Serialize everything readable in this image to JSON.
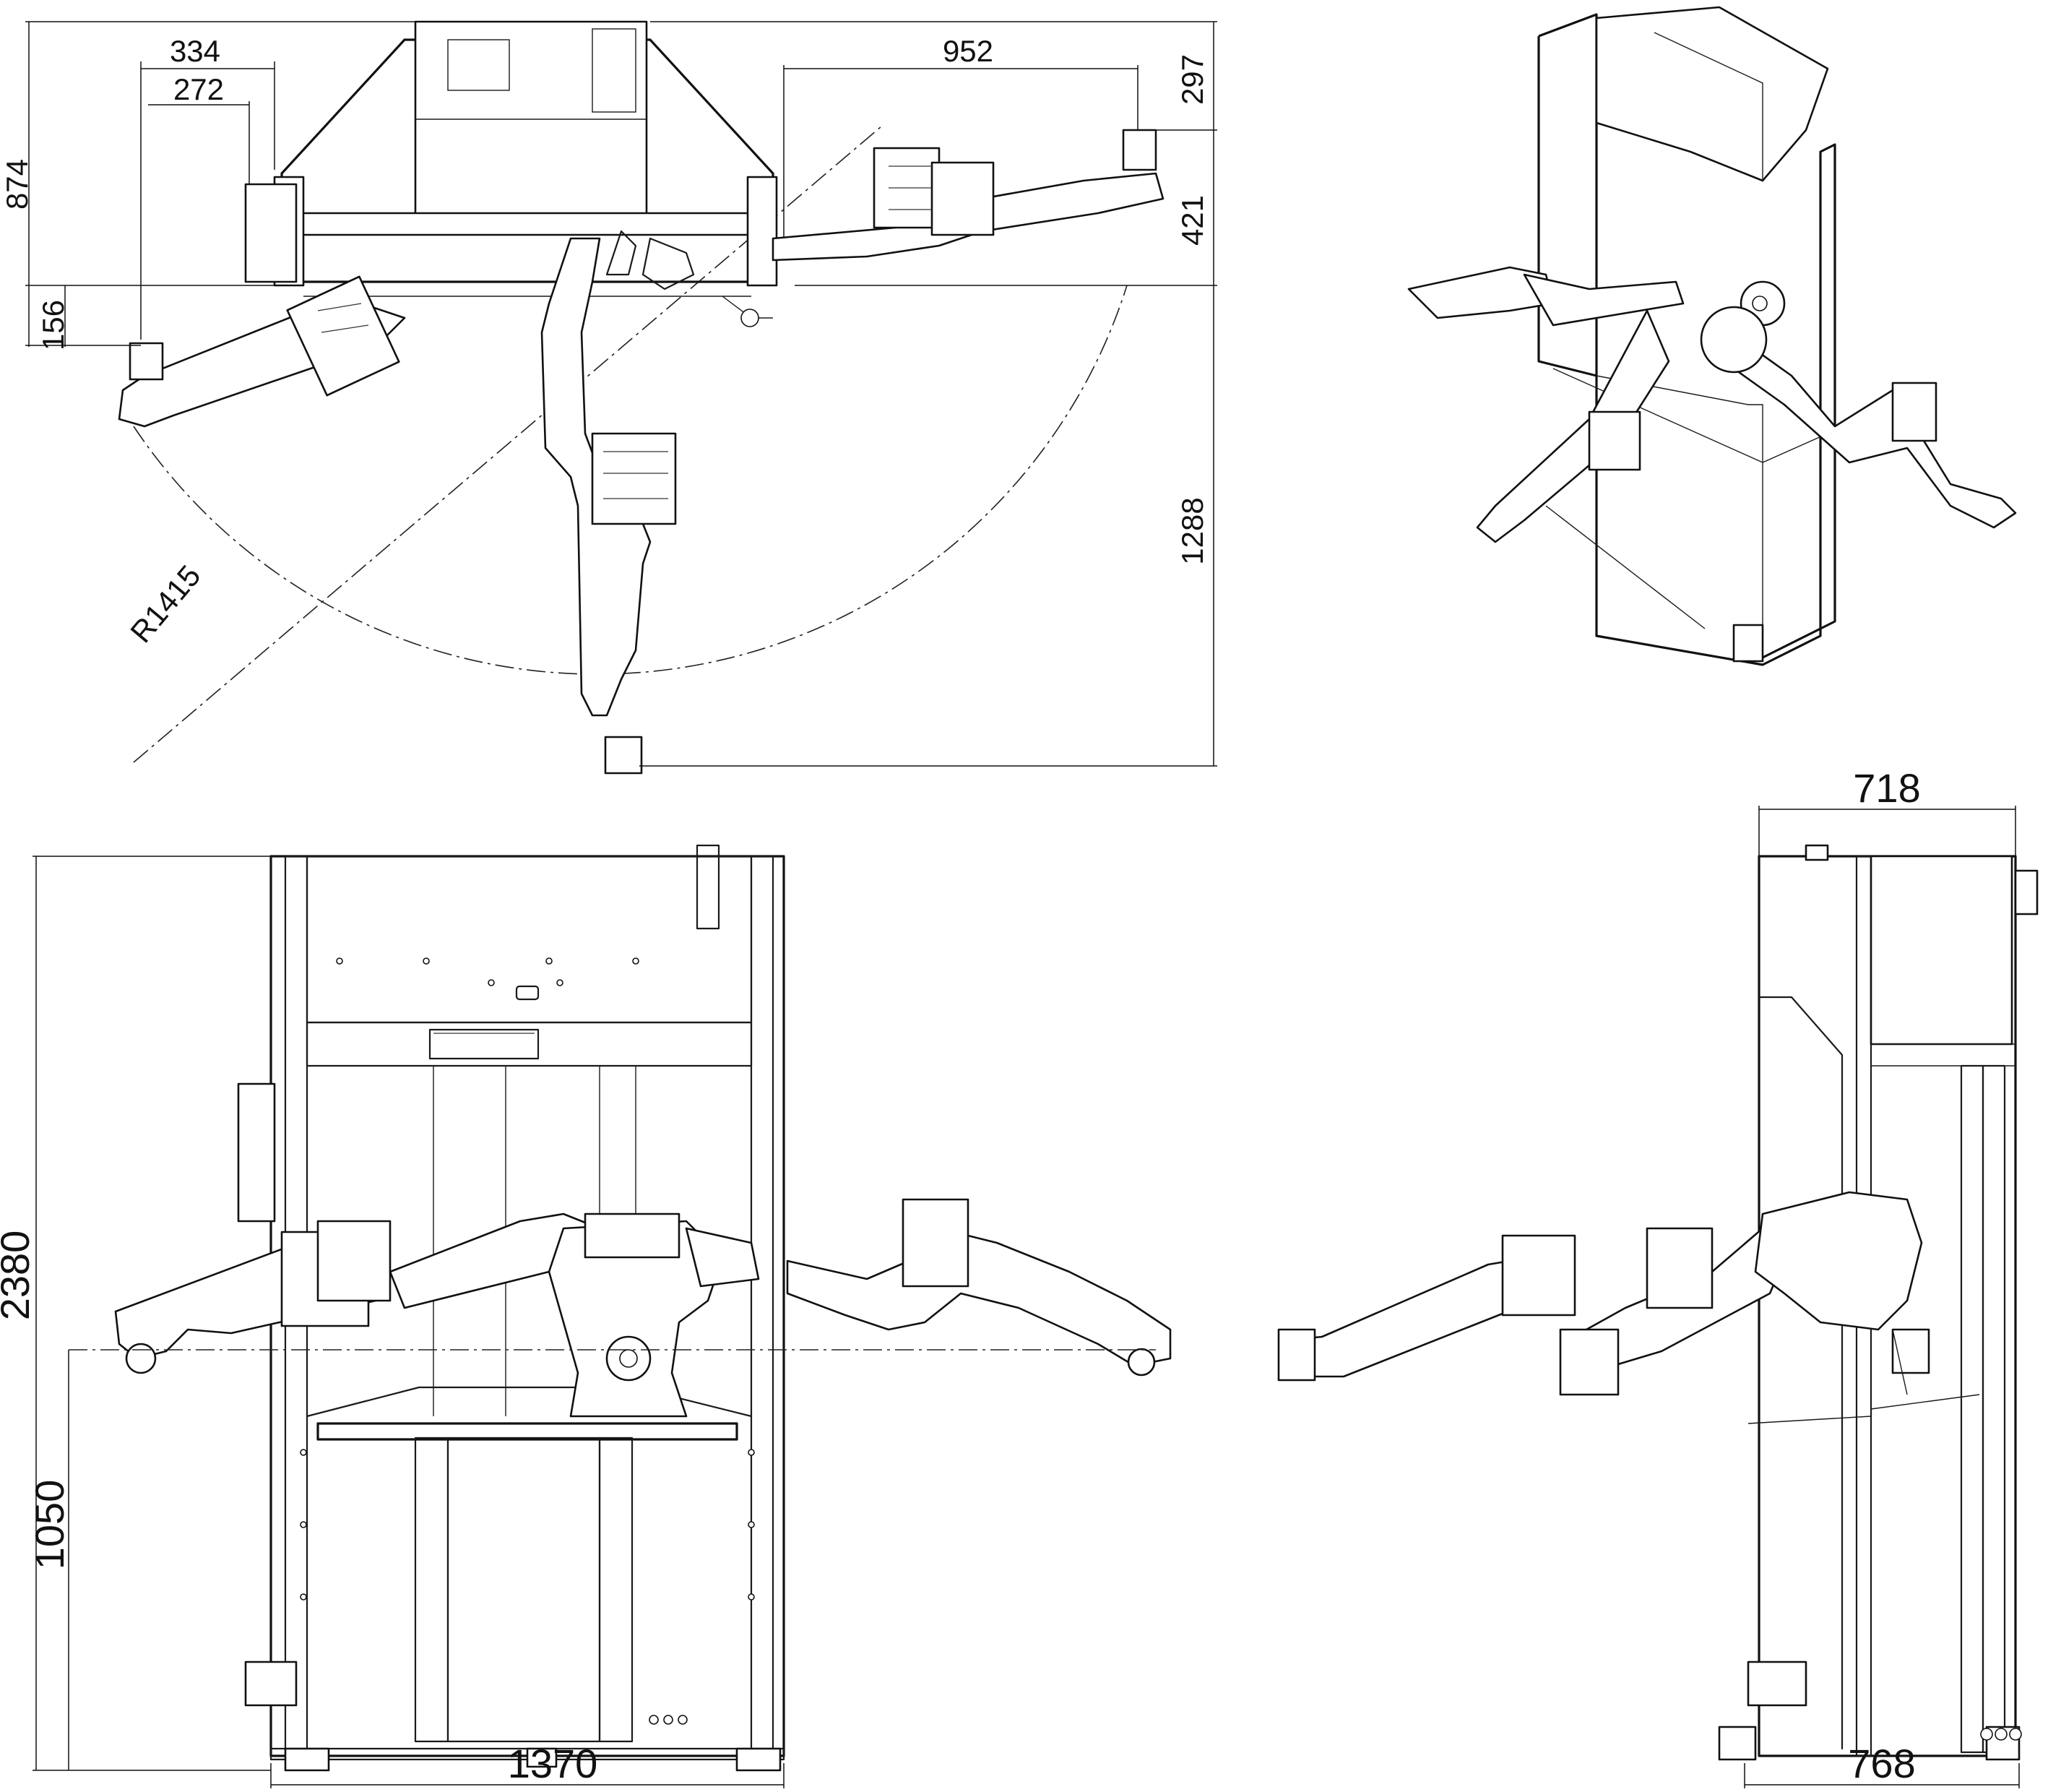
{
  "drawing": {
    "views": [
      "top-view",
      "isometric-view",
      "front-view",
      "side-view"
    ],
    "top_view_dimensions": {
      "d334": "334",
      "d272": "272",
      "d952": "952",
      "d297": "297",
      "d874": "874",
      "d421": "421",
      "d156": "156",
      "d1288": "1288",
      "radius": "R1415"
    },
    "front_view_dimensions": {
      "height_total": "2380",
      "height_table": "1050",
      "width": "1370"
    },
    "side_view_dimensions": {
      "depth_top": "718",
      "depth_bottom": "768"
    }
  }
}
